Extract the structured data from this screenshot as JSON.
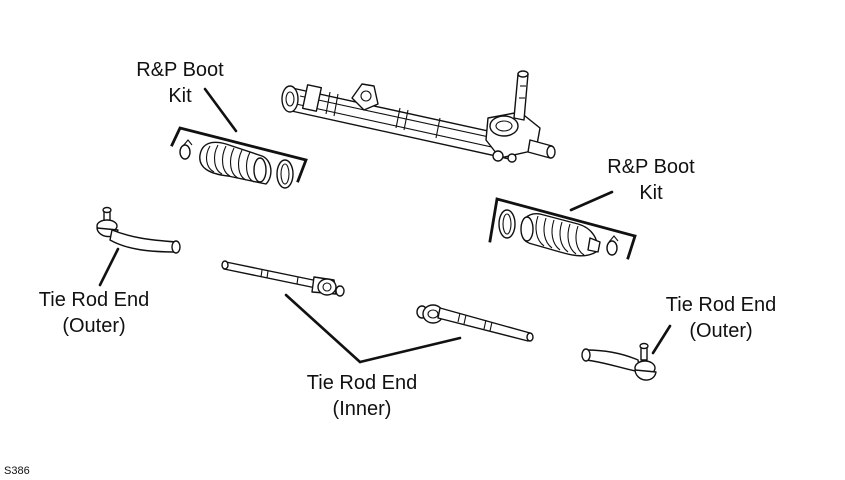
{
  "labels": {
    "boot_kit_left": {
      "line1": "R&P Boot",
      "line2": "Kit"
    },
    "boot_kit_right": {
      "line1": "R&P Boot",
      "line2": "Kit"
    },
    "tie_rod_outer_left": {
      "line1": "Tie Rod End",
      "line2": "(Outer)"
    },
    "tie_rod_outer_right": {
      "line1": "Tie Rod End",
      "line2": "(Outer)"
    },
    "tie_rod_inner": {
      "line1": "Tie Rod End",
      "line2": "(Inner)"
    }
  },
  "figure_code": "S386",
  "colors": {
    "ink": "#111111",
    "background": "#ffffff"
  }
}
